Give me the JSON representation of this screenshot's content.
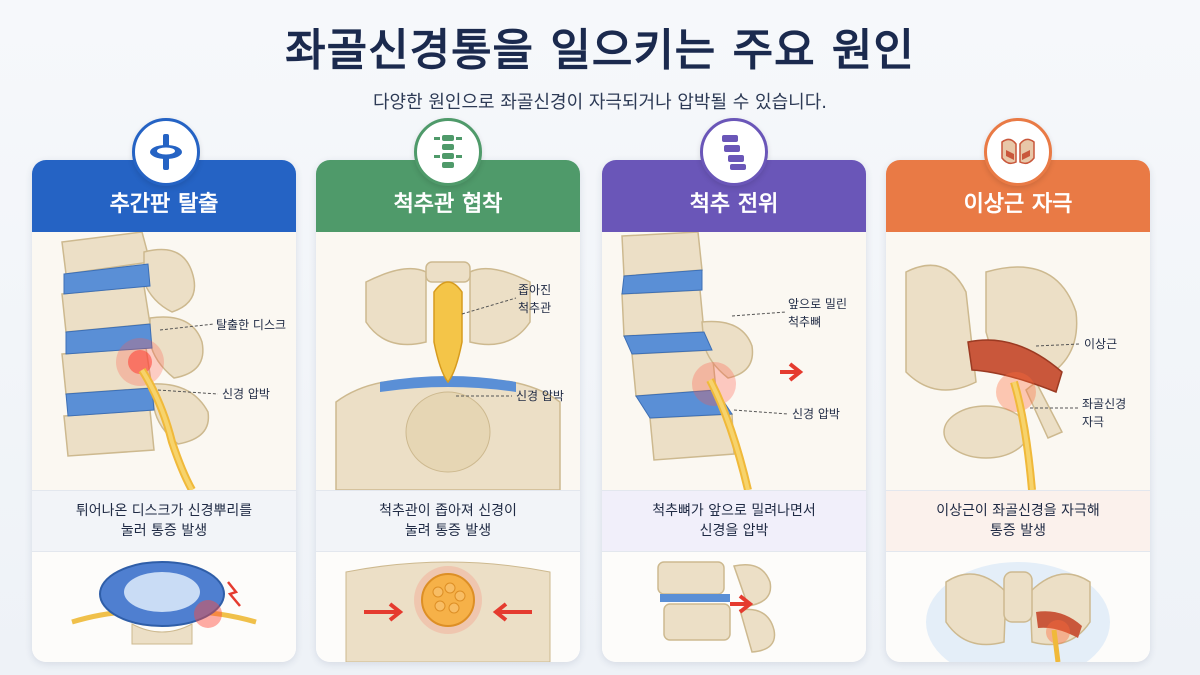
{
  "header": {
    "title": "좌골신경통을 일으키는 주요 원인",
    "subtitle": "다양한 원인으로 좌골신경이 자극되거나 압박될 수 있습니다."
  },
  "colors": {
    "disc": "#2563c4",
    "stenosis": "#4f9a6a",
    "spondy": "#6a56b8",
    "piriformis": "#e97a45"
  },
  "cards": [
    {
      "title": "추간판 탈출",
      "icon": "disc-icon",
      "labels": [
        "탈출한 디스크",
        "신경 압박"
      ],
      "desc": [
        "튀어나온 디스크가 신경뿌리를",
        "눌러 통증 발생"
      ]
    },
    {
      "title": "척추관 협착",
      "icon": "spine-icon",
      "labels": [
        "좁아진",
        "척추관",
        "신경 압박"
      ],
      "desc": [
        "척추관이 좁아져 신경이",
        "눌려 통증 발생"
      ]
    },
    {
      "title": "척추 전위",
      "icon": "vertebra-shift-icon",
      "labels": [
        "앞으로 밀린",
        "척추뼈",
        "신경 압박"
      ],
      "desc": [
        "척추뼈가 앞으로 밀려나면서",
        "신경을 압박"
      ]
    },
    {
      "title": "이상근 자극",
      "icon": "pelvis-icon",
      "labels": [
        "이상근",
        "좌골신경",
        "자극"
      ],
      "desc": [
        "이상근이 좌골신경을 자극해",
        "통증 발생"
      ]
    }
  ]
}
